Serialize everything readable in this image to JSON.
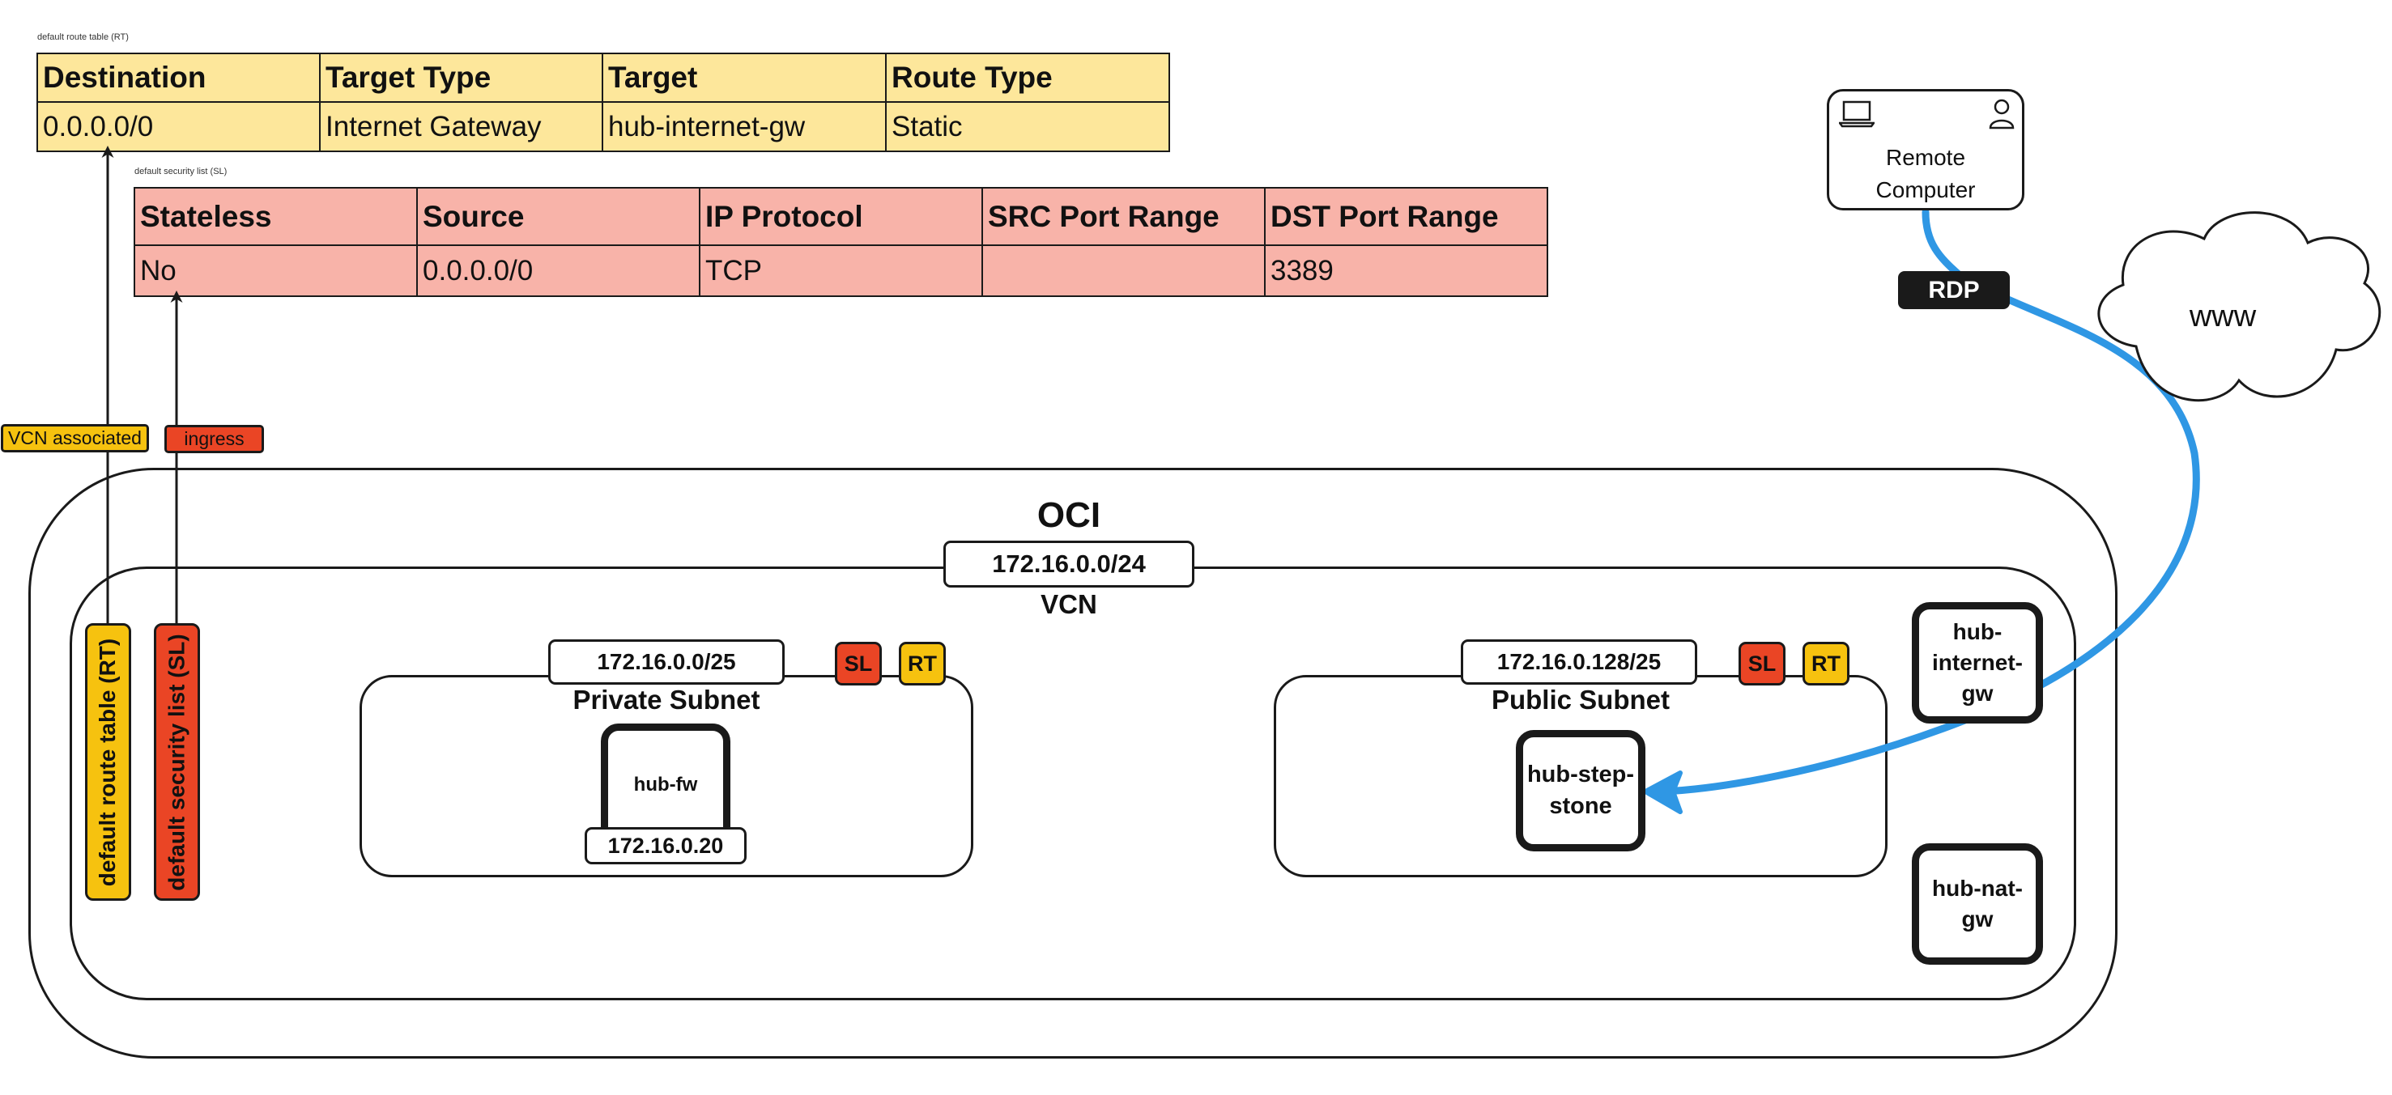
{
  "route_table": {
    "caption": "default route table (RT)",
    "headers": [
      "Destination",
      "Target Type",
      "Target",
      "Route Type"
    ],
    "row": [
      "0.0.0.0/0",
      "Internet Gateway",
      "hub-internet-gw",
      "Static"
    ]
  },
  "security_list": {
    "caption": "default security list (SL)",
    "headers": [
      "Stateless",
      "Source",
      "IP Protocol",
      "SRC Port Range",
      "DST Port Range"
    ],
    "row": [
      "No",
      "0.0.0.0/0",
      "TCP",
      "",
      "3389"
    ]
  },
  "tags": {
    "vcn_associated": "VCN associated",
    "ingress": "ingress"
  },
  "vertical_labels": {
    "rt": "default route table (RT)",
    "sl": "default security list (SL)"
  },
  "oci": {
    "title": "OCI",
    "vcn_cidr": "172.16.0.0/24",
    "vcn_label": "VCN"
  },
  "private_subnet": {
    "cidr": "172.16.0.0/25",
    "label": "Private Subnet",
    "sl": "SL",
    "rt": "RT",
    "instance": "hub-fw",
    "instance_ip": "172.16.0.20"
  },
  "public_subnet": {
    "cidr": "172.16.0.128/25",
    "label": "Public Subnet",
    "sl": "SL",
    "rt": "RT",
    "instance": "hub-step-\nstone"
  },
  "gateways": {
    "internet": "hub-\ninternet-\ngw",
    "nat": "hub-nat-\ngw"
  },
  "remote": {
    "label": "Remote\nComputer",
    "icons": [
      "laptop-icon",
      "user-icon"
    ]
  },
  "connection": {
    "label": "RDP"
  },
  "internet": {
    "label": "www"
  },
  "colors": {
    "rt_fill": "#fde79b",
    "sl_fill": "#f8b3a9",
    "rt_tag": "#f6c20f",
    "sl_tag": "#ea4525",
    "flow": "#2f97e4"
  }
}
